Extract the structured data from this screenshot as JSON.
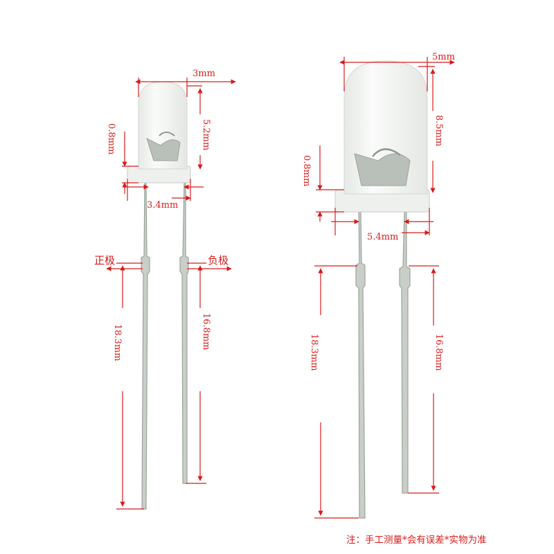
{
  "colors": {
    "annotation": "#d81a1a",
    "lead": "#c9cec9",
    "lens": "#f1f3f1",
    "background": "#ffffff"
  },
  "led_3mm": {
    "diameter": "3mm",
    "lens_height": "5.2mm",
    "flange_height": "0.8mm",
    "flange_width": "3.4mm",
    "anode_label": "正极",
    "cathode_label": "负极",
    "anode_lead_length": "18.3mm",
    "cathode_lead_length": "16.8mm"
  },
  "led_5mm": {
    "diameter": "5mm",
    "lens_height": "8.5mm",
    "flange_height": "0.8mm",
    "flange_width": "5.4mm",
    "anode_lead_length": "18.3mm",
    "cathode_lead_length": "16.8mm"
  },
  "note": "注：手工测量*会有误差*实物为准"
}
